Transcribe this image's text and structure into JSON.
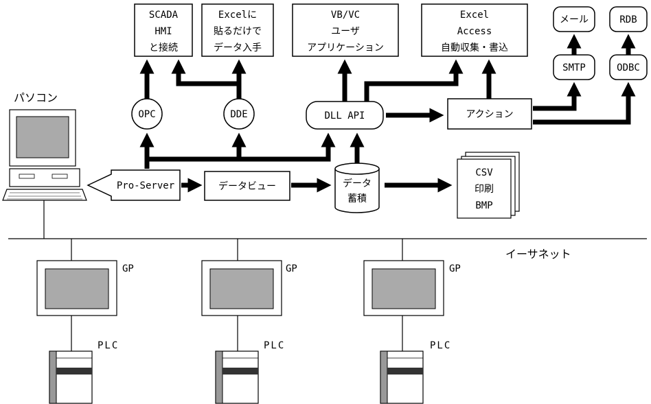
{
  "top_boxes": {
    "scada": [
      "SCADA",
      "HMI",
      "と接続"
    ],
    "excel_paste": [
      "Excelに",
      "貼るだけで",
      "データ入手"
    ],
    "vbvc": [
      "VB/VC",
      "ユーザ",
      "アプリケーション"
    ],
    "excel_access": [
      "Excel",
      "Access",
      "自動収集・書込"
    ]
  },
  "mail": "メール",
  "rdb": "RDB",
  "smtp": "SMTP",
  "odbc": "ODBC",
  "opc": "OPC",
  "dde": "DDE",
  "dll_api": "DLL API",
  "action": "アクション",
  "pc_label": "パソコン",
  "pro_server": "Pro-Server",
  "data_view": "データビュー",
  "storage": [
    "データ",
    "蓄積"
  ],
  "output_files": [
    "CSV",
    "印刷",
    "BMP"
  ],
  "ethernet": "イーサネット",
  "stations": [
    {
      "gp": "GP",
      "plc": "PLC"
    },
    {
      "gp": "GP",
      "plc": "PLC"
    },
    {
      "gp": "GP",
      "plc": "PLC"
    }
  ]
}
